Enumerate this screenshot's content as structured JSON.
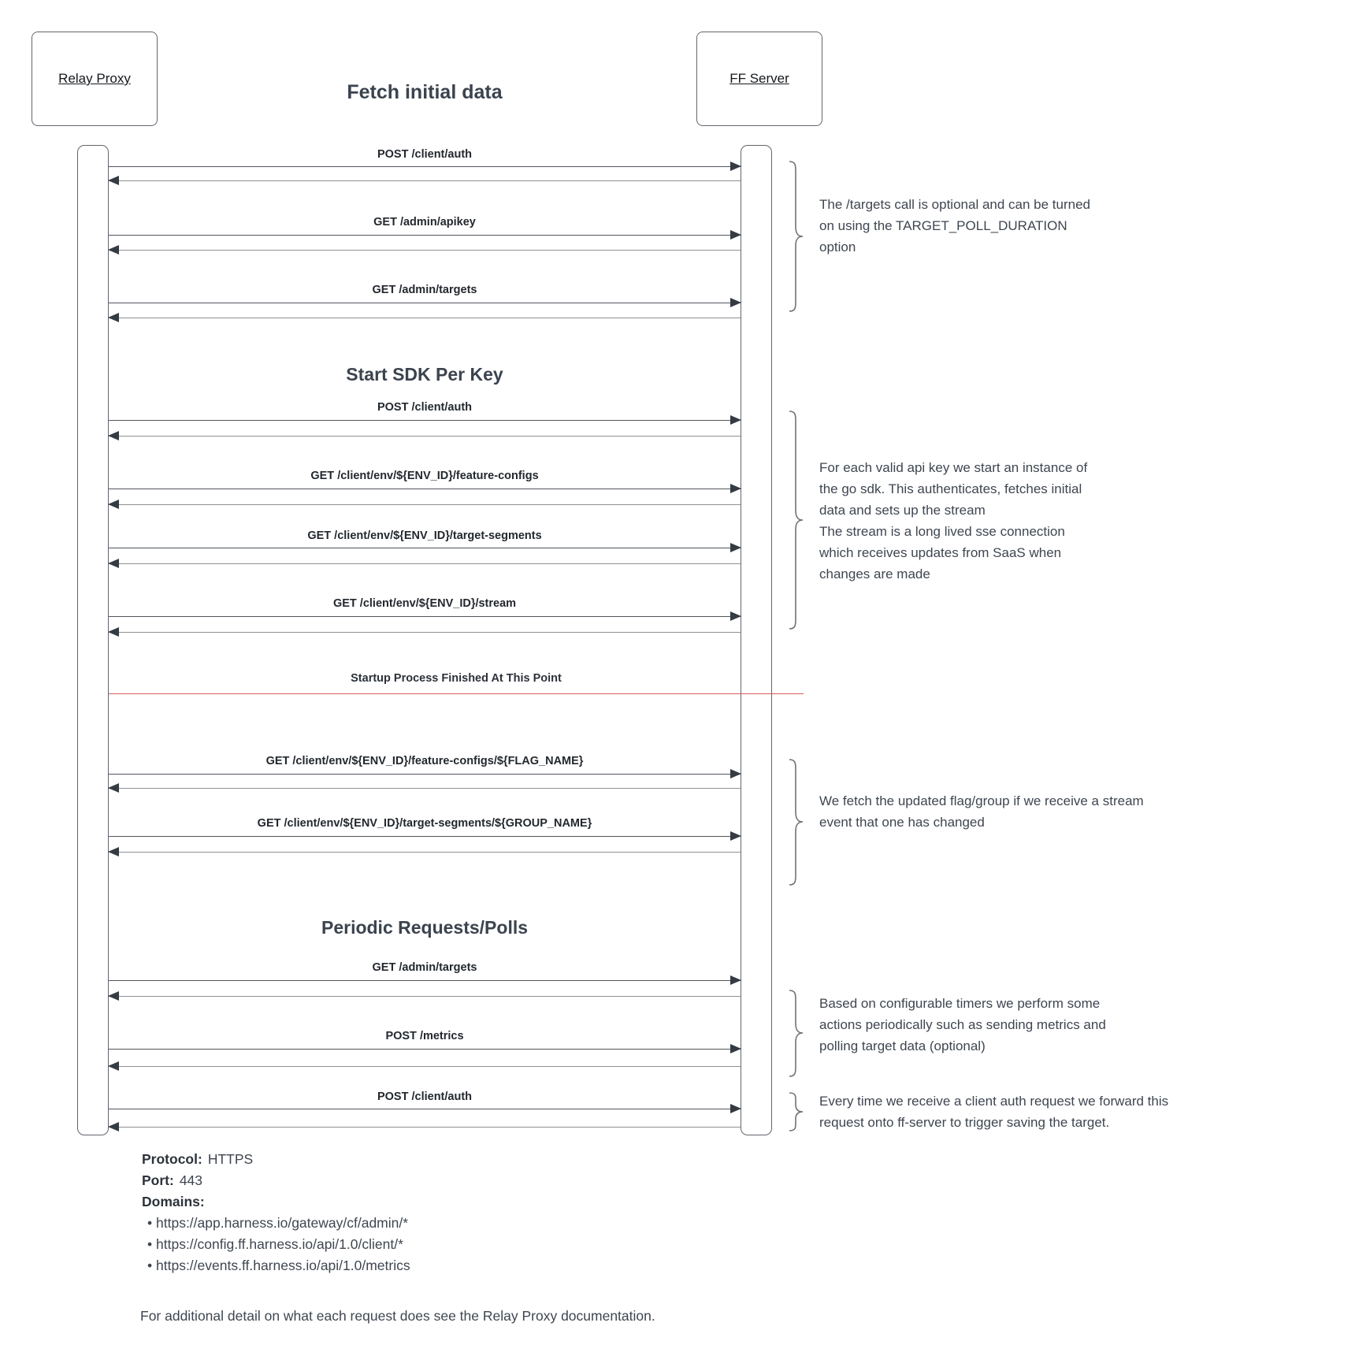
{
  "title": "Fetch initial data",
  "actors": {
    "left": "Relay Proxy",
    "right": "FF Server"
  },
  "headings": {
    "start_sdk": "Start SDK Per Key",
    "periodic": "Periodic Requests/Polls",
    "milestone": "Startup Process Finished At This Point"
  },
  "messages": [
    {
      "label": "POST /client/auth"
    },
    {
      "label": "GET /admin/apikey"
    },
    {
      "label": "GET /admin/targets"
    },
    {
      "label": "POST /client/auth"
    },
    {
      "label": "GET /client/env/${ENV_ID}/feature-configs"
    },
    {
      "label": "GET /client/env/${ENV_ID}/target-segments"
    },
    {
      "label": "GET /client/env/${ENV_ID}/stream"
    },
    {
      "label": "GET /client/env/${ENV_ID}/feature-configs/${FLAG_NAME}"
    },
    {
      "label": "GET /client/env/${ENV_ID}/target-segments/${GROUP_NAME}"
    },
    {
      "label": "GET /admin/targets"
    },
    {
      "label": "POST /metrics"
    },
    {
      "label": "POST /client/auth"
    }
  ],
  "annotations": [
    {
      "text": "The /targets call is optional and can be turned\non using the TARGET_POLL_DURATION\noption"
    },
    {
      "text": "For each valid api key we start an instance of\nthe go sdk. This authenticates, fetches initial\ndata and sets up the stream\nThe stream is a long lived sse connection\nwhich receives updates from SaaS when\nchanges are made"
    },
    {
      "text": "We fetch the updated flag/group if we receive a stream\nevent that one has changed"
    },
    {
      "text": "Based on configurable timers we perform some\nactions periodically such as sending metrics and\npolling target data (optional)"
    },
    {
      "text": "Every time we receive a client auth request we forward this\nrequest onto ff-server to trigger saving the target."
    }
  ],
  "info": {
    "protocol_label": "Protocol:",
    "protocol_value": "HTTPS",
    "port_label": "Port:",
    "port_value": "443",
    "domains_label": "Domains:",
    "domains": [
      "https://app.harness.io/gateway/cf/admin/*",
      "https://config.ff.harness.io/api/1.0/client/*",
      "https://events.ff.harness.io/api/1.0/metrics"
    ]
  },
  "footer": "For additional detail on what each request does see the Relay Proxy documentation.",
  "colors": {
    "milestone_line": "#d85c5c",
    "arrow": "#353b43",
    "text": "#3f4650"
  }
}
